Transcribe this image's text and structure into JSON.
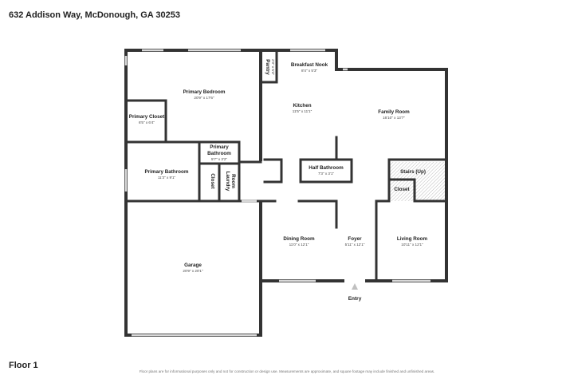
{
  "header": {
    "address": "632 Addison Way, McDonough, GA 30253"
  },
  "floor": {
    "label": "Floor 1"
  },
  "footer": {
    "disclaimer": "Floor plans are for informational purposes only and not for construction or design use. Measurements are approximate, and square footage may include finished and unfinished areas."
  },
  "rooms": {
    "primary_bedroom": {
      "name": "Primary Bedroom",
      "dims": "20'9\" x 17'6\""
    },
    "primary_closet": {
      "name": "Primary Closet",
      "dims": "6'5\" x 6'4\""
    },
    "primary_bathroom_small": {
      "name_line1": "Primary",
      "name_line2": "Bathroom",
      "dims": "5'7\" x 3'2\""
    },
    "primary_bathroom": {
      "name": "Primary Bathroom",
      "dims": "11'3\" x 9'1\""
    },
    "closet_vertical": {
      "name": "Closet"
    },
    "laundry": {
      "name_line1": "Laundry",
      "name_line2": "Room"
    },
    "pantry": {
      "name": "Pantry",
      "dims": "2'9\" x 5'3\""
    },
    "breakfast_nook": {
      "name": "Breakfast Nook",
      "dims": "8'4\" x 5'3\""
    },
    "kitchen": {
      "name": "Kitchen",
      "dims": "11'5\" x 11'1\""
    },
    "family_room": {
      "name": "Family Room",
      "dims": "16'10\" x 13'7\""
    },
    "half_bathroom": {
      "name": "Half Bathroom",
      "dims": "7'3\" x 3'1\""
    },
    "stairs": {
      "name": "Stairs (Up)"
    },
    "closet_stairs": {
      "name": "Closet"
    },
    "garage": {
      "name": "Garage",
      "dims": "20'9\" x 20'1\""
    },
    "dining_room": {
      "name": "Dining Room",
      "dims": "11'0\" x 12'1\""
    },
    "foyer": {
      "name": "Foyer",
      "dims": "5'11\" x 12'1\""
    },
    "living_room": {
      "name": "Living Room",
      "dims": "10'11\" x 12'1\""
    }
  },
  "entry": {
    "label": "Entry"
  },
  "colors": {
    "wall": "#333333",
    "window": "#d8d8d8",
    "stairs_hatch": "#bdbdbd"
  }
}
